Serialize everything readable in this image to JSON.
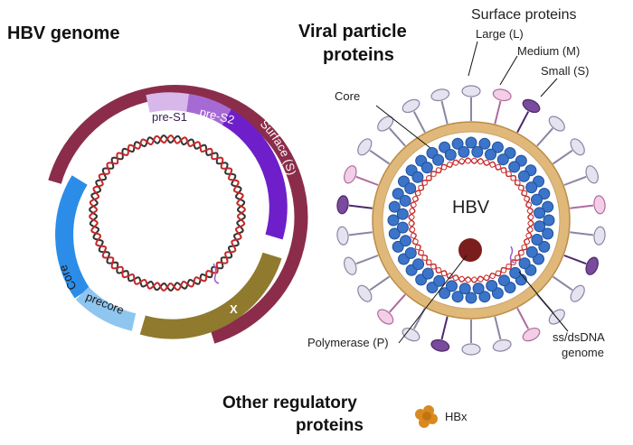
{
  "left": {
    "title": "HBV genome",
    "segments": {
      "polymerase": "Polymerase (P)",
      "pre_s1": "pre-S1",
      "pre_s2": "pre-S2",
      "surface": "Surface (S)",
      "core": "Core",
      "precore": "precore",
      "x": "X"
    }
  },
  "right": {
    "title_line1": "Viral particle",
    "title_line2": "proteins",
    "surface_title": "Surface proteins",
    "large": "Large (L)",
    "medium": "Medium (M)",
    "small": "Small (S)",
    "core": "Core",
    "center": "HBV",
    "polymerase": "Polymerase (P)",
    "genome_line1": "ss/dsDNA",
    "genome_line2": "genome"
  },
  "bottom": {
    "title_line1": "Other regulatory",
    "title_line2": "proteins",
    "hbx": "HBx"
  },
  "colors": {
    "polymerase": "#8b2d4a",
    "pre_s1": "#d8b8ea",
    "pre_s2": "#a66ad4",
    "surface": "#6f1fc9",
    "core": "#2b8de8",
    "precore": "#8fc6f0",
    "x": "#8f7a2e",
    "dna_red": "#c62828",
    "dna_dark": "#333333",
    "envelope": "#e0b97a",
    "core_bead": "#3b74c9",
    "small_protein": "#e6e2ef",
    "medium_protein": "#f3cfe6",
    "large_protein": "#7a4a9c",
    "hbx": "#d98a1e"
  }
}
